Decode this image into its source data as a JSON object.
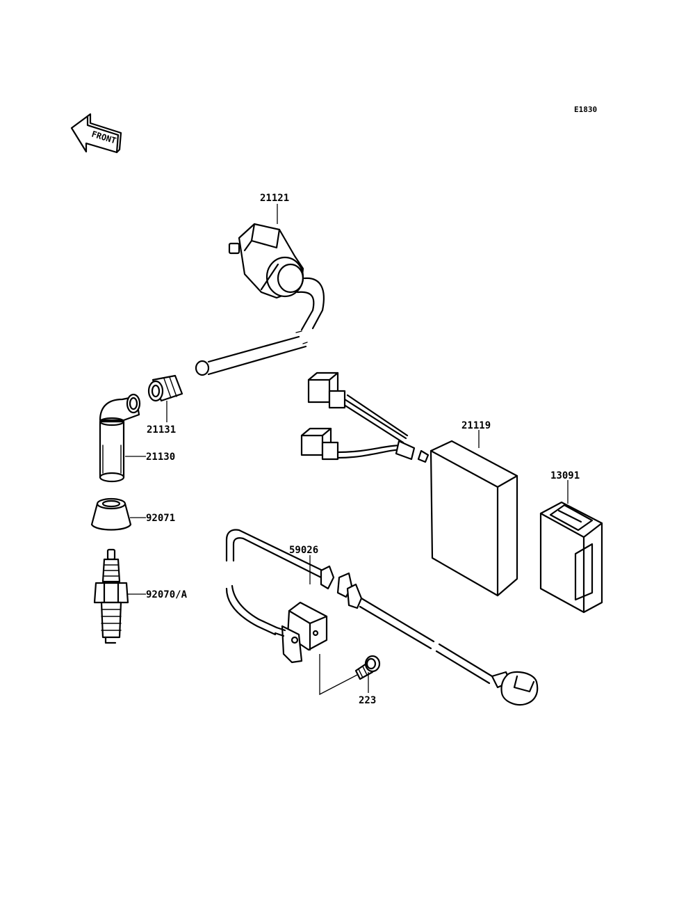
{
  "diagram": {
    "code": "E1830",
    "front_label": "FRONT",
    "callouts": {
      "ignition_coil": "21121",
      "cap_small": "21131",
      "plug_cap": "21130",
      "igniter": "21119",
      "regulator": "13091",
      "boot": "92071",
      "spark_plug": "92070/A",
      "pickup_coil": "59026",
      "screw": "223"
    }
  }
}
